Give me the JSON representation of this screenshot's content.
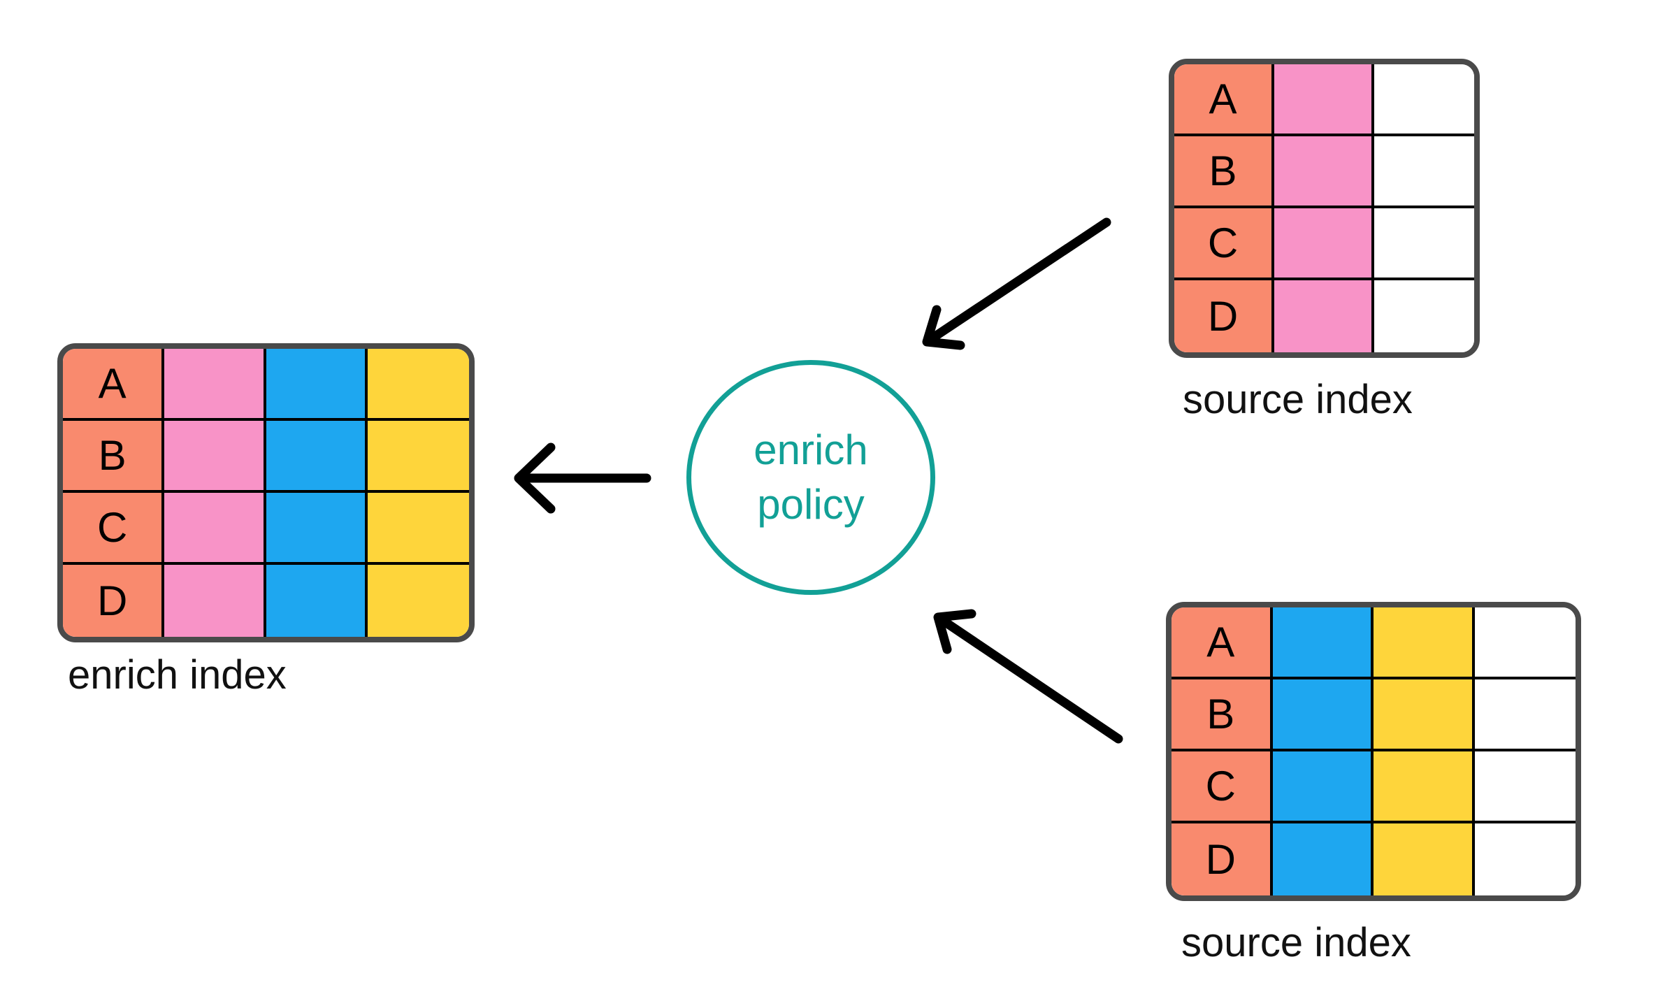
{
  "colors": {
    "salmon": "#F98A6E",
    "pink": "#F893C7",
    "blue": "#1EA7F0",
    "yellow": "#FED53B",
    "white": "#FFFFFF",
    "teal": "#12A096",
    "table-border": "#4A4A4A",
    "grid-line": "#000000",
    "arrow": "#000000",
    "text": "#111111"
  },
  "policy": {
    "line1": "enrich",
    "line2": "policy"
  },
  "tables": {
    "enrich_index": {
      "caption": "enrich index",
      "row_labels": [
        "A",
        "B",
        "C",
        "D"
      ],
      "column_colors": [
        "salmon",
        "pink",
        "blue",
        "yellow"
      ]
    },
    "source_index_top": {
      "caption": "source index",
      "row_labels": [
        "A",
        "B",
        "C",
        "D"
      ],
      "column_colors": [
        "salmon",
        "pink",
        "white"
      ]
    },
    "source_index_bottom": {
      "caption": "source index",
      "row_labels": [
        "A",
        "B",
        "C",
        "D"
      ],
      "column_colors": [
        "salmon",
        "blue",
        "yellow",
        "white"
      ]
    }
  },
  "arrows": [
    {
      "name": "policy-to-enrich-index",
      "direction": "left"
    },
    {
      "name": "source-index-top-to-policy",
      "direction": "down-left"
    },
    {
      "name": "source-index-bottom-to-policy",
      "direction": "up-left"
    }
  ]
}
